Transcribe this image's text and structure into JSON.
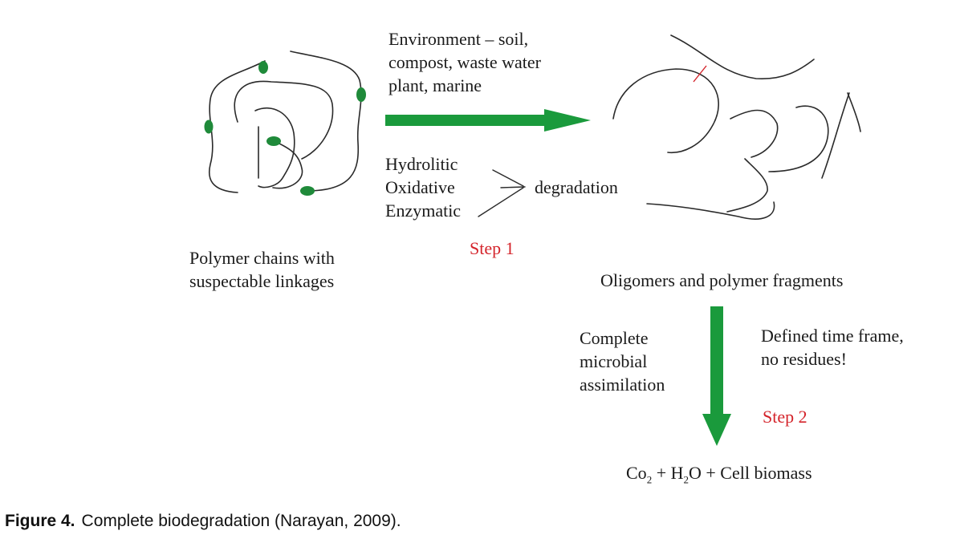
{
  "diagram": {
    "env_lines": [
      "Environment – soil,",
      "compost, waste water",
      "plant, marine"
    ],
    "mechanisms": [
      "Hydrolitic",
      "Oxidative",
      "Enzymatic"
    ],
    "degradation_label": "degradation",
    "step1_label": "Step 1",
    "polymer_label_lines": [
      "Polymer chains with",
      "suspectable linkages"
    ],
    "oligomers_label": "Oligomers and polymer fragments",
    "assimilation_lines": [
      "Complete",
      "microbial",
      "assimilation"
    ],
    "timeframe_lines": [
      "Defined time frame,",
      "no residues!"
    ],
    "step2_label": "Step 2",
    "products": {
      "co_prefix": "Co",
      "co_sub": "2",
      "middle": " + H",
      "h_sub": "2",
      "suffix": "O + Cell biomass"
    }
  },
  "caption": {
    "label": "Figure 4.",
    "text": "Complete biodegradation (Narayan, 2009)."
  },
  "colors": {
    "arrow_green": "#1a9a3c",
    "linkage_green": "#1f8a3a",
    "step_red": "#d4232a",
    "chain_line": "#2a2a2a"
  }
}
